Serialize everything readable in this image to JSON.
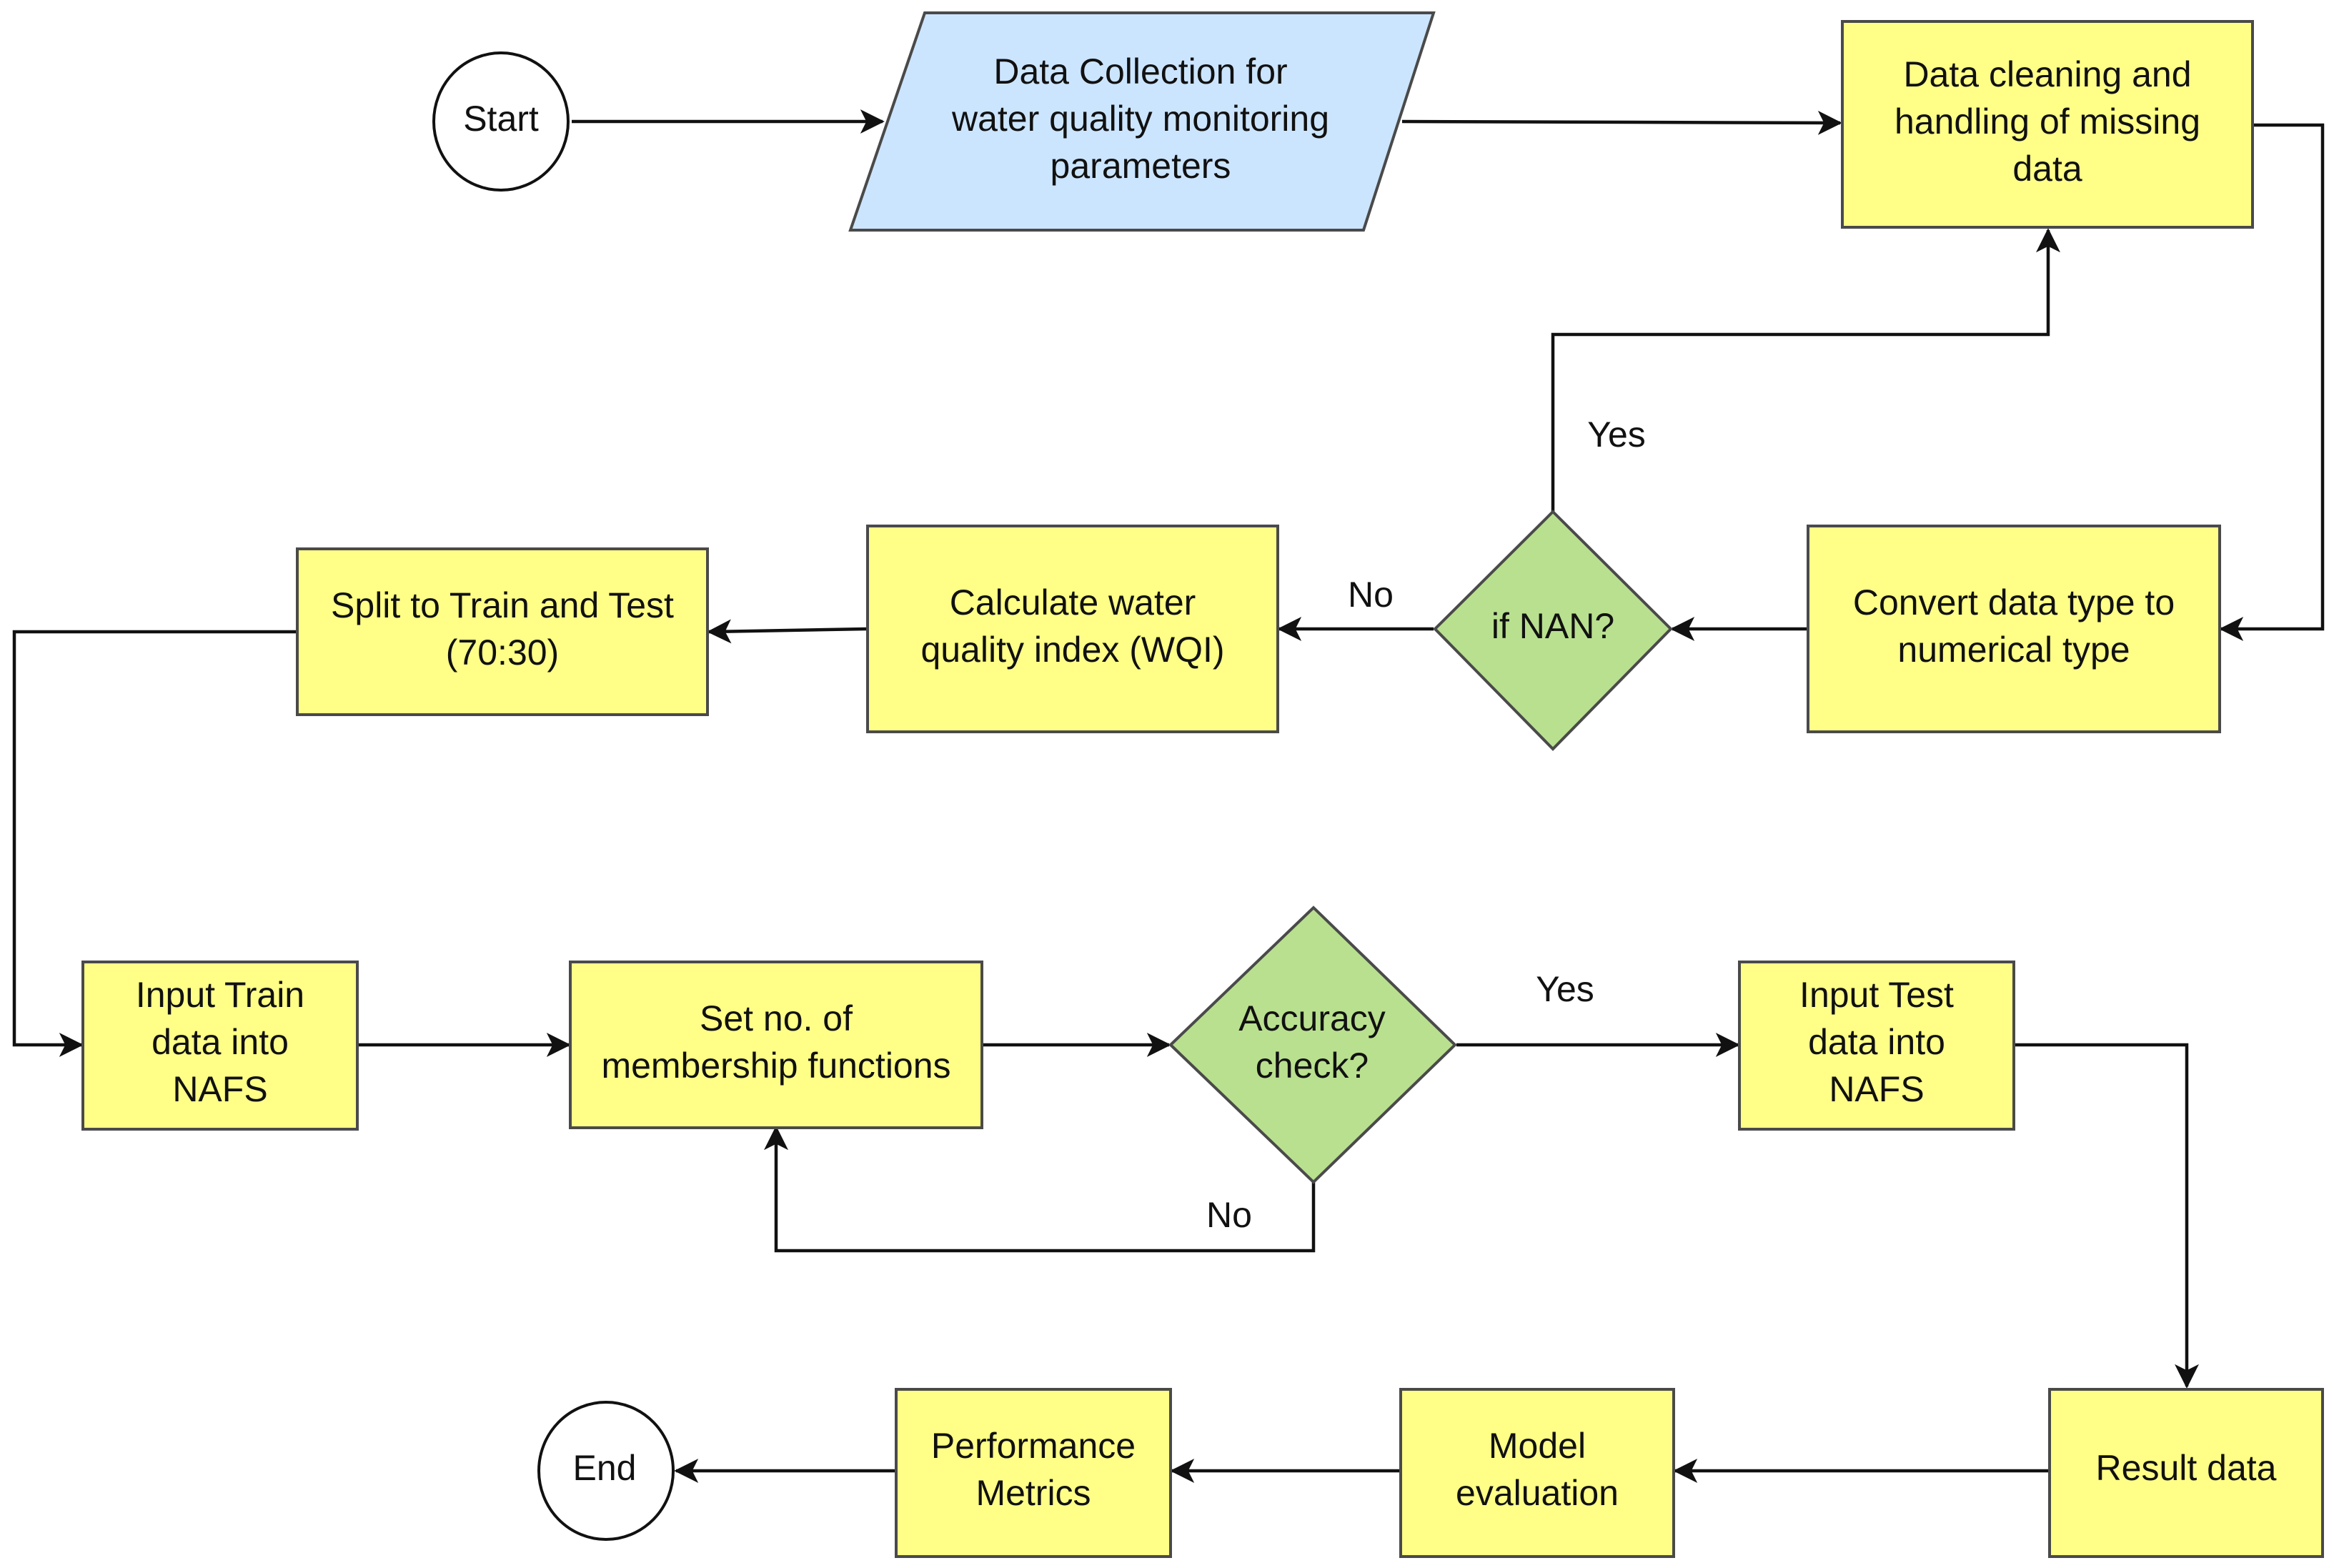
{
  "colors": {
    "process_fill": "#ffff88",
    "input_fill": "#cce5ff",
    "decision_fill": "#b9e08f",
    "terminal_fill": "#ffffff",
    "line": "#111111"
  },
  "nodes": {
    "start": {
      "lines": [
        "Start"
      ]
    },
    "data_collection": {
      "lines": [
        "Data Collection for",
        "water quality monitoring",
        "parameters"
      ]
    },
    "data_cleaning": {
      "lines": [
        "Data cleaning and",
        "handling of missing",
        "data"
      ]
    },
    "convert_type": {
      "lines": [
        "Convert data type to",
        "numerical type"
      ]
    },
    "if_nan": {
      "lines": [
        "if NAN?"
      ]
    },
    "calc_wqi": {
      "lines": [
        "Calculate water",
        "quality index (WQI)"
      ]
    },
    "split": {
      "lines": [
        "Split to Train and Test",
        "(70:30)"
      ]
    },
    "input_train": {
      "lines": [
        "Input Train",
        "data into",
        "NAFS"
      ]
    },
    "set_mf": {
      "lines": [
        "Set no. of",
        "membership functions"
      ]
    },
    "accuracy": {
      "lines": [
        "Accuracy",
        "check?"
      ]
    },
    "input_test": {
      "lines": [
        "Input Test",
        "data into",
        "NAFS"
      ]
    },
    "result": {
      "lines": [
        "Result data"
      ]
    },
    "model_eval": {
      "lines": [
        "Model",
        "evaluation"
      ]
    },
    "perf_metrics": {
      "lines": [
        "Performance",
        "Metrics"
      ]
    },
    "end": {
      "lines": [
        "End"
      ]
    }
  },
  "edge_labels": {
    "nan_yes": "Yes",
    "nan_no": "No",
    "acc_yes": "Yes",
    "acc_no": "No"
  }
}
